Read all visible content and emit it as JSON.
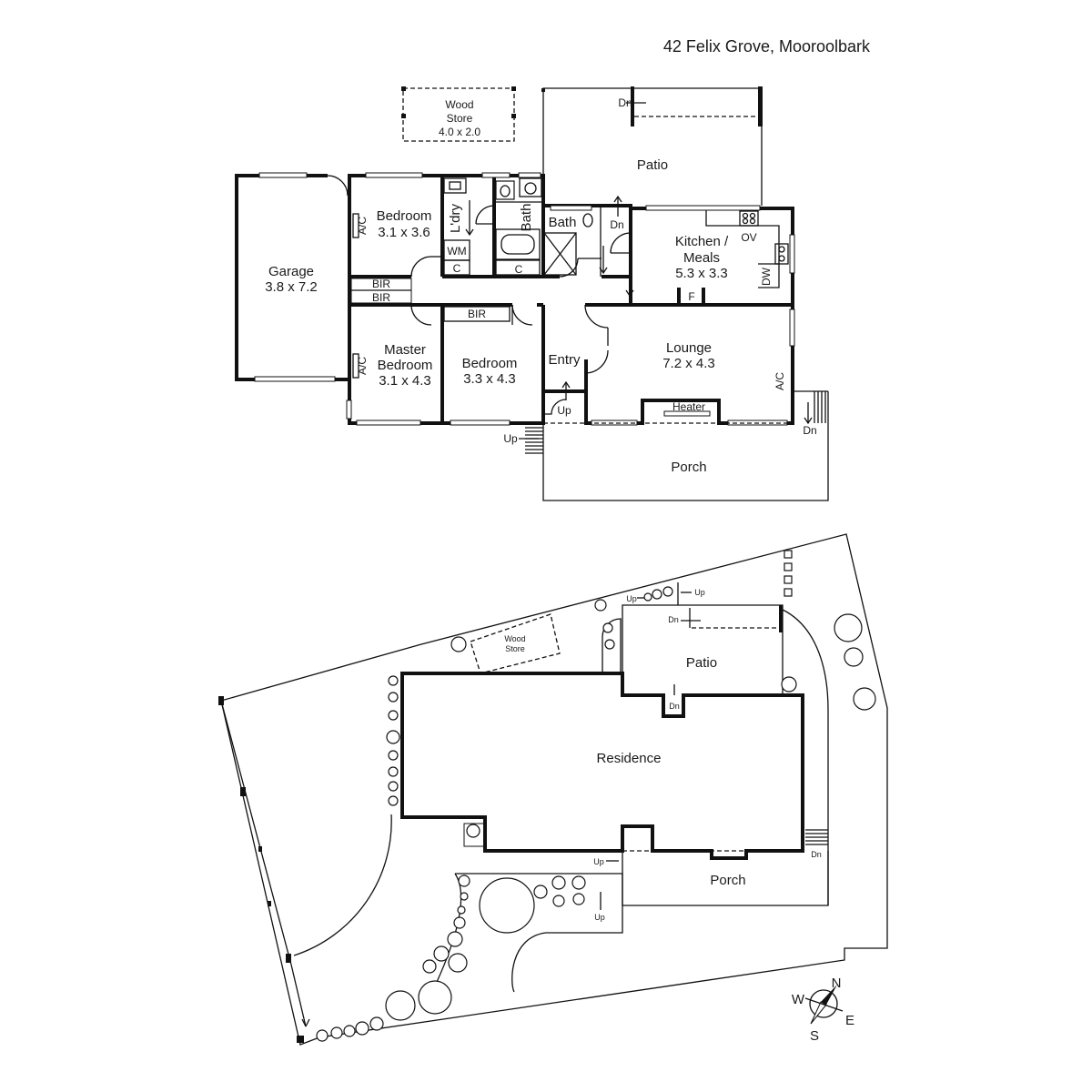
{
  "address": "42 Felix Grove, Mooroolbark",
  "rooms": {
    "wood_store": {
      "name": "Wood\nStore",
      "line1": "Wood",
      "line2": "Store",
      "size": "4.0 x 2.0"
    },
    "patio": {
      "name": "Patio"
    },
    "garage": {
      "name": "Garage",
      "size": "3.8 x 7.2"
    },
    "bedroom2": {
      "name": "Bedroom",
      "size": "3.1 x 3.6"
    },
    "laundry": {
      "name": "L'dry"
    },
    "wm": {
      "name": "WM"
    },
    "bath": {
      "name": "Bath"
    },
    "bath2": {
      "name": "Bath"
    },
    "kitchen": {
      "line1": "Kitchen /",
      "line2": "Meals",
      "size": "5.3 x 3.3"
    },
    "ov": {
      "name": "OV"
    },
    "dw": {
      "name": "DW"
    },
    "f": {
      "name": "F"
    },
    "bir1": {
      "name": "BIR"
    },
    "bir2": {
      "name": "BIR"
    },
    "bir3": {
      "name": "BIR"
    },
    "c1": {
      "name": "C"
    },
    "c2": {
      "name": "C"
    },
    "master": {
      "line1": "Master",
      "line2": "Bedroom",
      "size": "3.1 x 4.3"
    },
    "bedroom3": {
      "name": "Bedroom",
      "size": "3.3 x 4.3"
    },
    "entry": {
      "name": "Entry"
    },
    "lounge": {
      "name": "Lounge",
      "size": "7.2 x 4.3"
    },
    "heater": {
      "name": "Heater"
    },
    "ac1": {
      "name": "A/C"
    },
    "ac2": {
      "name": "A/C"
    },
    "ac3": {
      "name": "A/C"
    },
    "porch": {
      "name": "Porch"
    }
  },
  "stairs": {
    "up": "Up",
    "dn": "Dn"
  },
  "site": {
    "residence": "Residence",
    "patio": "Patio",
    "porch": "Porch",
    "wood_store_l1": "Wood",
    "wood_store_l2": "Store"
  },
  "compass": {
    "n": "N",
    "e": "E",
    "s": "S",
    "w": "W"
  }
}
